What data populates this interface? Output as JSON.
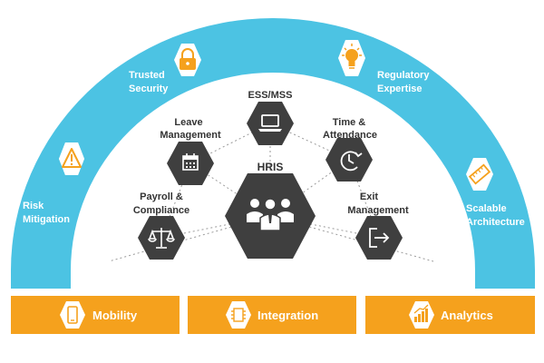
{
  "colors": {
    "arch": "#4cc3e3",
    "accent": "#f5a11d",
    "hex_dark": "#3f3f3f",
    "bar": "#f5a11d"
  },
  "arch_items": {
    "risk": {
      "line1": "Risk",
      "line2": "Mitigation",
      "icon": "warning-icon"
    },
    "security": {
      "line1": "Trusted",
      "line2": "Security",
      "icon": "lock-icon"
    },
    "regulatory": {
      "line1": "Regulatory",
      "line2": "Expertise",
      "icon": "lightbulb-icon"
    },
    "scalable": {
      "line1": "Scalable",
      "line2": "Architecture",
      "icon": "ruler-icon"
    }
  },
  "hub": {
    "label": "HRIS",
    "icon": "people-group-icon"
  },
  "modules": {
    "ess": {
      "line1": "ESS/MSS",
      "icon": "laptop-icon"
    },
    "leave": {
      "line1": "Leave",
      "line2": "Management",
      "icon": "calendar-icon"
    },
    "time": {
      "line1": "Time &",
      "line2": "Attendance",
      "icon": "clock-icon"
    },
    "payroll": {
      "line1": "Payroll &",
      "line2": "Compliance",
      "icon": "scales-icon"
    },
    "exit": {
      "line1": "Exit",
      "line2": "Management",
      "icon": "exit-icon"
    }
  },
  "bars": {
    "mobility": {
      "label": "Mobility",
      "icon": "mobile-icon"
    },
    "integration": {
      "label": "Integration",
      "icon": "chip-icon"
    },
    "analytics": {
      "label": "Analytics",
      "icon": "bar-chart-icon"
    }
  }
}
